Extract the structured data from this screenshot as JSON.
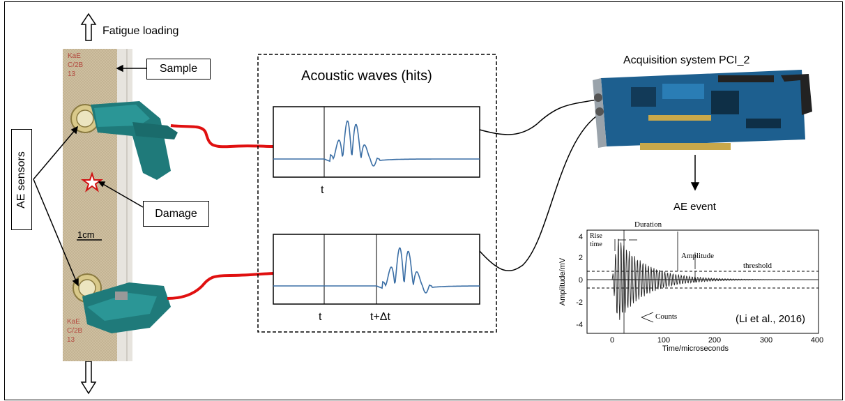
{
  "labels": {
    "fatigue_loading": "Fatigue loading",
    "sample": "Sample",
    "ae_sensors": "AE sensors",
    "damage": "Damage",
    "scale": "1cm",
    "specimen_top_text": "KaE C/2B 13",
    "specimen_bottom_text": "KaE C/2B 13",
    "acoustic_waves": "Acoustic waves (hits)",
    "t_top": "t",
    "t_bottom": "t",
    "t_delta": "t+Δt",
    "acquisition_system": "Acquisition system PCI_2",
    "ae_event": "AE event",
    "citation": "(Li et al., 2016)"
  },
  "ae_plot": {
    "ylabel": "Amplitude/mV",
    "xlabel": "Time/microseconds",
    "xticks": [
      "0",
      "100",
      "200",
      "300",
      "400"
    ],
    "yticks": [
      "4",
      "2",
      "0",
      "-2",
      "-4"
    ],
    "annotations": {
      "rise_time": "Rise time",
      "duration": "Duration",
      "amplitude": "Amplitude",
      "threshold": "threshold",
      "counts": "Counts"
    }
  },
  "colors": {
    "cable": "#e01010",
    "wave": "#3a6ea5",
    "specimen": "#c9b99a",
    "sensor": "#1f7a7a",
    "board": "#1d5f8f",
    "star": "#d01010"
  }
}
